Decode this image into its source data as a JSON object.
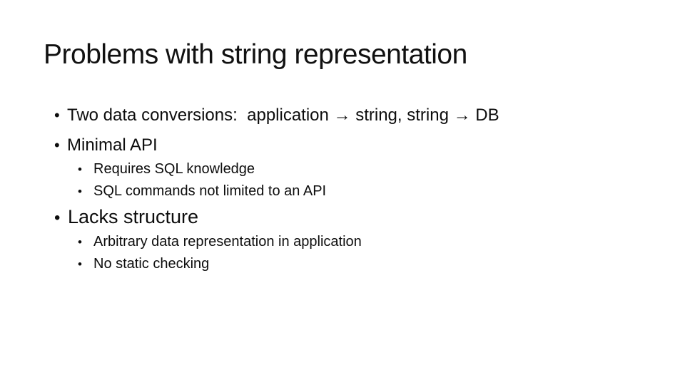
{
  "slide": {
    "title": "Problems with string representation",
    "bullet_char": "•",
    "bullets": [
      {
        "text": "Two data conversions:  application → string, string → DB",
        "children": []
      },
      {
        "text": "Minimal API",
        "children": [
          {
            "text": "Requires SQL knowledge"
          },
          {
            "text": "SQL commands not limited to an API"
          }
        ]
      },
      {
        "text": "Lacks structure",
        "children": [
          {
            "text": "Arbitrary data representation in application"
          },
          {
            "text": "No static checking"
          }
        ]
      }
    ]
  }
}
